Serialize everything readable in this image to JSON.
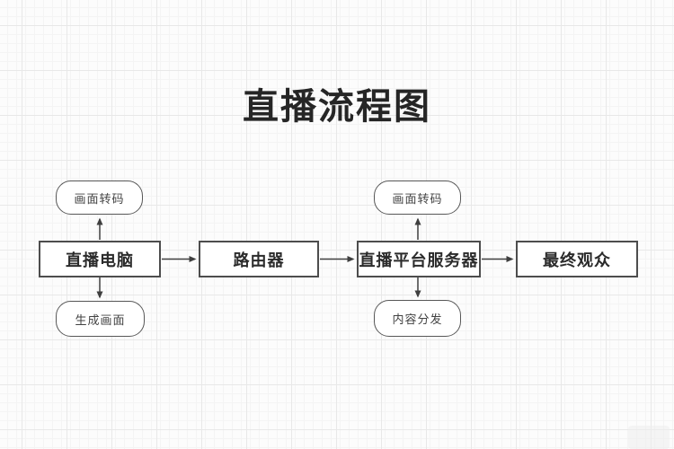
{
  "title": "直播流程图",
  "nodes": {
    "computer": {
      "label": "直播电脑",
      "shape": "rectangle"
    },
    "router": {
      "label": "路由器",
      "shape": "rectangle"
    },
    "server": {
      "label": "直播平台服务器",
      "shape": "rectangle"
    },
    "audience": {
      "label": "最终观众",
      "shape": "rectangle"
    },
    "encode_left": {
      "label": "画面转码",
      "shape": "pill"
    },
    "generate": {
      "label": "生成画面",
      "shape": "pill"
    },
    "encode_right": {
      "label": "画面转码",
      "shape": "pill"
    },
    "distribute": {
      "label": "内容分发",
      "shape": "pill"
    }
  },
  "edges": [
    {
      "from": "直播电脑",
      "to": "画面转码",
      "direction": "up"
    },
    {
      "from": "直播电脑",
      "to": "生成画面",
      "direction": "down"
    },
    {
      "from": "直播电脑",
      "to": "路由器",
      "direction": "right"
    },
    {
      "from": "路由器",
      "to": "直播平台服务器",
      "direction": "right"
    },
    {
      "from": "直播平台服务器",
      "to": "画面转码",
      "direction": "up"
    },
    {
      "from": "直播平台服务器",
      "to": "内容分发",
      "direction": "down"
    },
    {
      "from": "直播平台服务器",
      "to": "最终观众",
      "direction": "right"
    }
  ],
  "colors": {
    "bg": "#fcfcfc",
    "grid_minor": "#f4f4f4",
    "grid_major": "#e8e8e8",
    "node_border": "#4d4d4d",
    "pill_border": "#575757",
    "text_primary": "#2b2b2b",
    "text_secondary": "#424242",
    "line": "#3f3f3f"
  }
}
